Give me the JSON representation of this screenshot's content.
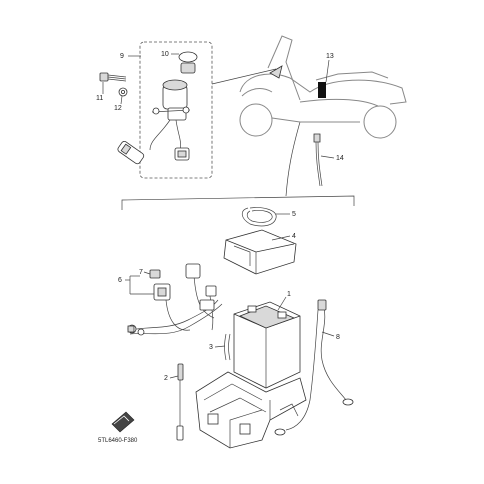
{
  "callouts": {
    "p1": "1",
    "p2": "2",
    "p3": "3",
    "p4": "4",
    "p5": "5",
    "p6": "6",
    "p7": "7",
    "p8": "8",
    "p9": "9",
    "p10": "10",
    "p11": "11",
    "p12": "12",
    "p13": "13",
    "p14": "14"
  },
  "diagram_code": "5TL6460-F380",
  "colors": {
    "line": "#444444",
    "fill": "#d9d9d9",
    "scooter": "#888888"
  },
  "icons": {
    "front_arrow": "front-direction-icon"
  }
}
